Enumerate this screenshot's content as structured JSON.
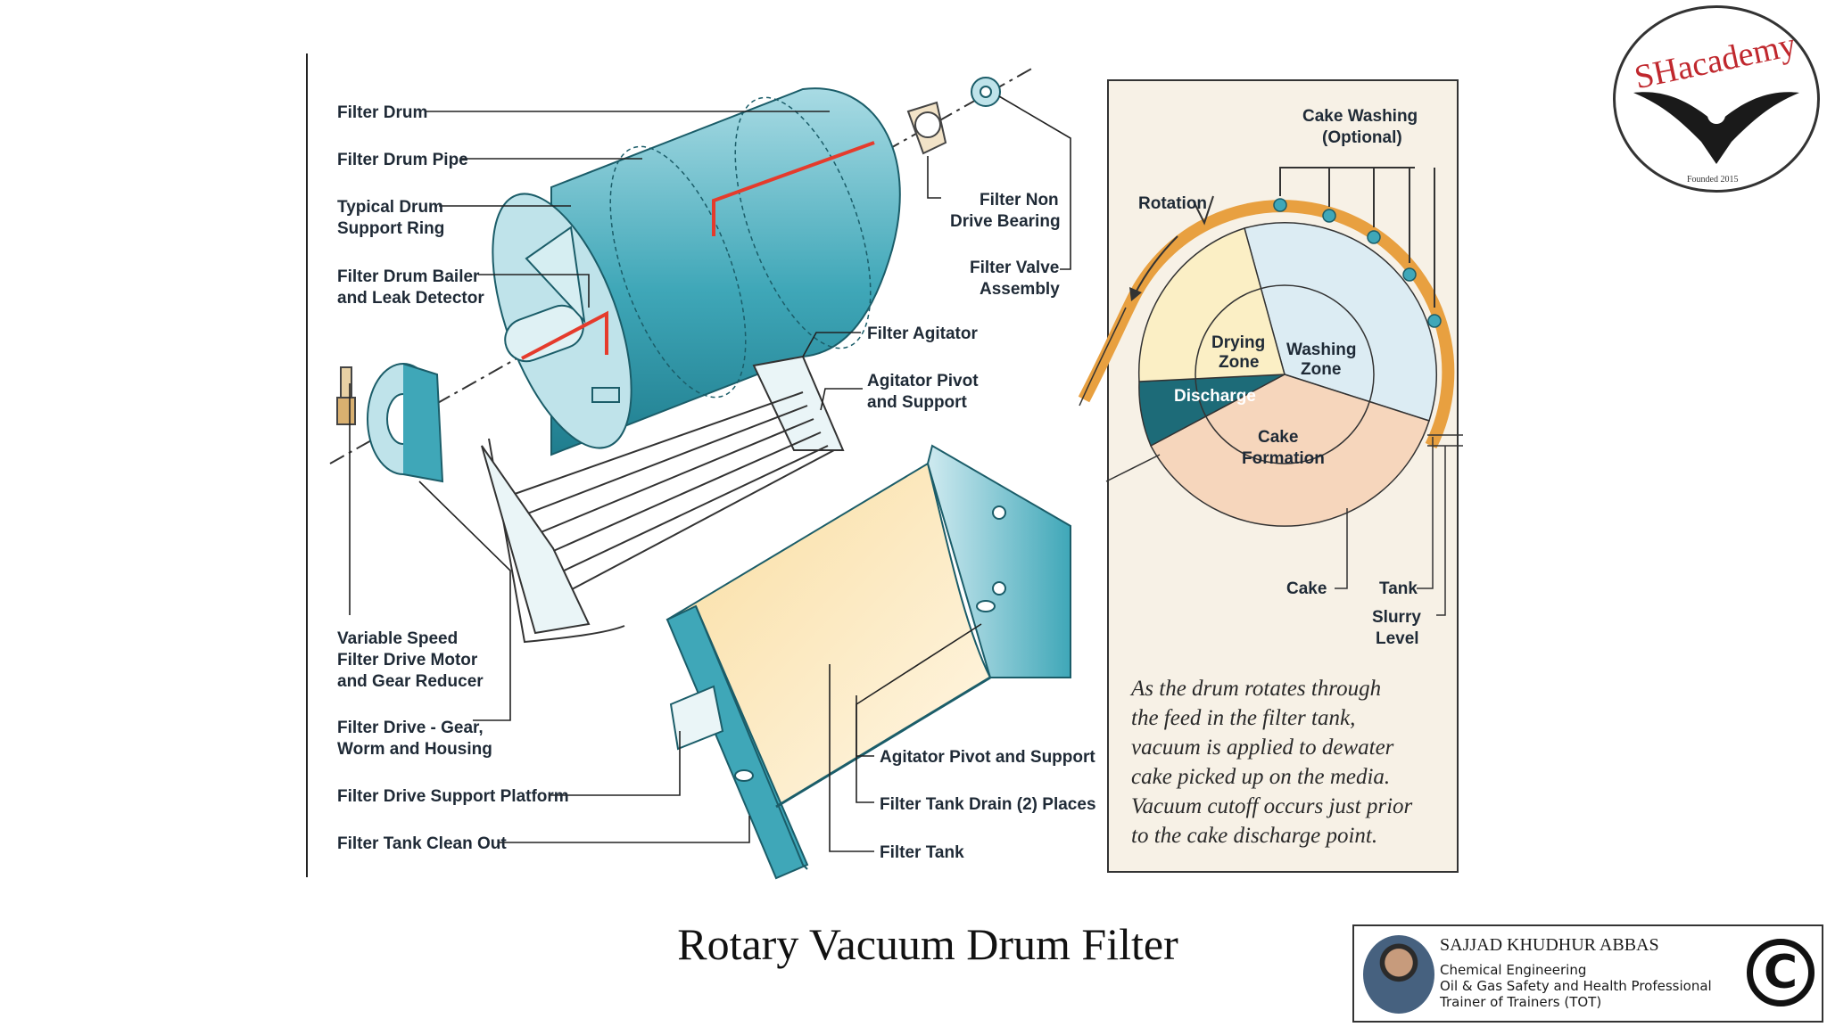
{
  "diagram": {
    "labels": {
      "filter_drum": "Filter Drum",
      "filter_drum_pipe": "Filter Drum Pipe",
      "support_ring_1": "Typical Drum",
      "support_ring_2": "Support Ring",
      "bailer_1": "Filter Drum Bailer",
      "bailer_2": "and Leak Detector",
      "motor_1": "Variable Speed",
      "motor_2": "Filter Drive Motor",
      "motor_3": "and Gear Reducer",
      "gear_1": "Filter Drive - Gear,",
      "gear_2": "Worm and Housing",
      "platform": "Filter Drive Support Platform",
      "clean_out": "Filter Tank Clean Out",
      "bearing_1": "Filter Non",
      "bearing_2": "Drive Bearing",
      "valve_1": "Filter Valve",
      "valve_2": "Assembly",
      "agitator": "Filter Agitator",
      "agitator_pivot_1": "Agitator Pivot",
      "agitator_pivot_2": "and Support",
      "agitator_pivot_bottom": "Agitator Pivot and Support",
      "tank_drain": "Filter Tank Drain (2) Places",
      "filter_tank": "Filter Tank"
    },
    "cross_section": {
      "cake_washing_1": "Cake Washing",
      "cake_washing_2": "(Optional)",
      "rotation": "Rotation",
      "drying_1": "Drying",
      "drying_2": "Zone",
      "washing_1": "Washing",
      "washing_2": "Zone",
      "discharge": "Discharge",
      "cake_formation_1": "Cake",
      "cake_formation_2": "Formation",
      "cake": "Cake",
      "tank": "Tank",
      "slurry_1": "Slurry",
      "slurry_2": "Level",
      "note_lines": [
        "As the drum rotates through",
        "the feed in the filter tank,",
        "vacuum is applied to dewater",
        "cake picked up on the media.",
        "Vacuum cutoff occurs just prior",
        "to the cake discharge point."
      ]
    },
    "colors": {
      "drum": "#3fa7b8",
      "pipe": "#e53b2c",
      "orange": "#e8a040",
      "discharge": "#1d6b78",
      "drying": "#fbefc5",
      "washing": "#dcecf3",
      "formation": "#f6d6bc",
      "panel": "#f7f1e6"
    }
  },
  "caption": "Rotary Vacuum Drum Filter",
  "logo": {
    "name": "SHacademy",
    "founded": "Founded 2015"
  },
  "author": {
    "name": "SAJJAD KHUDHUR ABBAS",
    "role": "Chemical Engineering",
    "hse": "Oil & Gas Safety and Health Professional",
    "tot": "Trainer of Trainers (TOT)"
  }
}
